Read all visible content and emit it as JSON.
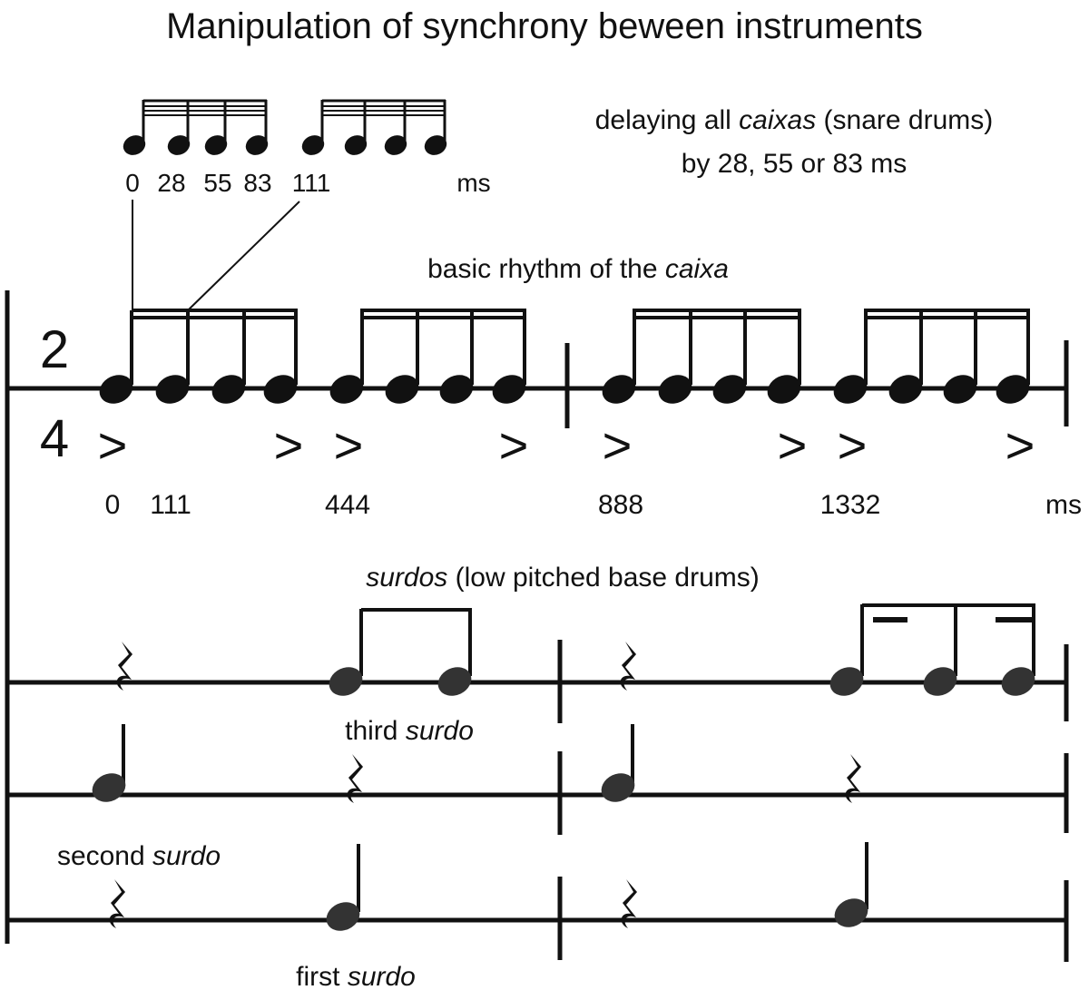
{
  "title": "Manipulation of synchrony beween instruments",
  "delay_note": {
    "line1_prefix": "delaying all ",
    "line1_italic": "caixas",
    "line1_suffix": " (snare drums)",
    "line2": "by 28, 55 or 83 ms"
  },
  "delay_offsets": {
    "values": [
      "0",
      "28",
      "55",
      "83",
      "111"
    ],
    "unit": "ms"
  },
  "caixa": {
    "label_prefix": "basic rhythm of the ",
    "label_italic": "caixa",
    "time_sig_top": "2",
    "time_sig_bottom": "4",
    "accent_symbol": ">",
    "timeline": {
      "values": [
        "0",
        "111",
        "444",
        "888",
        "1332"
      ],
      "unit": "ms"
    }
  },
  "surdos": {
    "header_italic": "surdos",
    "header_suffix": " (low pitched base drums)",
    "third_prefix": "third ",
    "third_italic": "surdo",
    "second_prefix": "second ",
    "second_italic": "surdo",
    "first_prefix": "first ",
    "first_italic": "surdo"
  },
  "colors": {
    "ink": "#111111",
    "surdo_note": "#333333",
    "background": "#ffffff"
  }
}
